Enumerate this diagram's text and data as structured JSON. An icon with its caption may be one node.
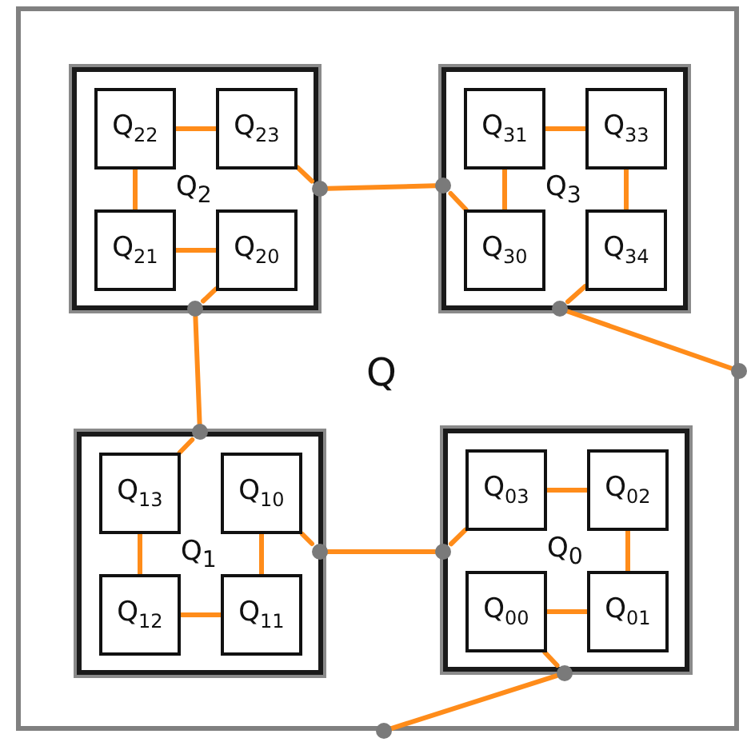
{
  "diagram": {
    "nodes": [
      {
        "text": [
          "Q"
        ]
      },
      {
        "text": [
          "Q$_{2}$"
        ],
        "in": 0
      },
      {
        "text": [
          "Q$_{22}$"
        ],
        "in": 1
      },
      {
        "text": [
          "Q$_{23}$"
        ],
        "in": 1
      },
      {
        "text": [
          "Q$_{21}$"
        ],
        "in": 1
      },
      {
        "text": [
          "Q$_{20}$"
        ],
        "in": 1
      },
      {
        "text": [
          "Q$_{3}$"
        ],
        "in": 0
      },
      {
        "text": [
          "Q$_{31}$"
        ],
        "in": 6
      },
      {
        "text": [
          "Q$_{33}$"
        ],
        "in": 6
      },
      {
        "text": [
          "Q$_{30}$"
        ],
        "in": 6
      },
      {
        "text": [
          "Q$_{34}$"
        ],
        "in": 6
      },
      {
        "text": [
          "Q$_{1}$"
        ],
        "in": 0
      },
      {
        "text": [
          "Q$_{13}$"
        ],
        "in": 11
      },
      {
        "text": [
          "Q$_{10}$"
        ],
        "in": 11
      },
      {
        "text": [
          "Q$_{12}$"
        ],
        "in": 11
      },
      {
        "text": [
          "Q$_{11}$"
        ],
        "in": 11
      },
      {
        "text": [
          "Q$_{0}$"
        ],
        "in": 0
      },
      {
        "text": [
          "Q$_{03}$"
        ],
        "in": 16
      },
      {
        "text": [
          "Q$_{02}$"
        ],
        "in": 16
      },
      {
        "text": [
          "Q$_{00}$"
        ],
        "in": 16
      },
      {
        "text": [
          "Q$_{01}$"
        ],
        "in": 16
      },
      {
        "text": [],
        "shape": "circle",
        "in": 0
      },
      {
        "text": [],
        "shape": "circle",
        "in": 0
      },
      {
        "text": [],
        "shape": "circle",
        "in": 0
      },
      {
        "text": [],
        "shape": "circle",
        "in": 0
      },
      {
        "text": [],
        "shape": "circle"
      },
      {
        "text": [],
        "shape": "circle",
        "in": 0
      },
      {
        "text": [],
        "shape": "circle",
        "in": 0
      },
      {
        "text": [],
        "shape": "circle",
        "in": 0
      },
      {
        "text": [],
        "shape": "circle",
        "in": 0
      },
      {
        "text": [],
        "shape": "circle"
      }
    ],
    "edges": [
      {
        "from": 30,
        "to": 29,
        "arrow": "none"
      },
      {
        "from": 29,
        "to": 19,
        "arrow": "none"
      },
      {
        "from": 19,
        "to": 20,
        "arrow": "none"
      },
      {
        "from": 20,
        "to": 18,
        "arrow": "none"
      },
      {
        "from": 18,
        "to": 17,
        "arrow": "none"
      },
      {
        "from": 17,
        "to": 28,
        "arrow": "none"
      },
      {
        "from": 28,
        "to": 27,
        "arrow": "none"
      },
      {
        "from": 27,
        "to": 13,
        "arrow": "none"
      },
      {
        "from": 13,
        "to": 15,
        "arrow": "none"
      },
      {
        "from": 15,
        "to": 14,
        "arrow": "none"
      },
      {
        "from": 14,
        "to": 12,
        "arrow": "none"
      },
      {
        "from": 12,
        "to": 26,
        "arrow": "none"
      },
      {
        "from": 26,
        "to": 23,
        "arrow": "none"
      },
      {
        "from": 23,
        "to": 5,
        "arrow": "none"
      },
      {
        "from": 5,
        "to": 4,
        "arrow": "none"
      },
      {
        "from": 4,
        "to": 2,
        "arrow": "none"
      },
      {
        "from": 2,
        "to": 3,
        "arrow": "none"
      },
      {
        "from": 3,
        "to": 21,
        "arrow": "none"
      },
      {
        "from": 21,
        "to": 22,
        "arrow": "none"
      },
      {
        "from": 22,
        "to": 9,
        "arrow": "none"
      },
      {
        "from": 9,
        "to": 7,
        "arrow": "none"
      },
      {
        "from": 7,
        "to": 8,
        "arrow": "none"
      },
      {
        "from": 8,
        "to": 10,
        "arrow": "none"
      },
      {
        "from": 10,
        "to": 24,
        "arrow": "none"
      },
      {
        "from": 24,
        "to": 25,
        "arrow": "none"
      }
    ]
  }
}
